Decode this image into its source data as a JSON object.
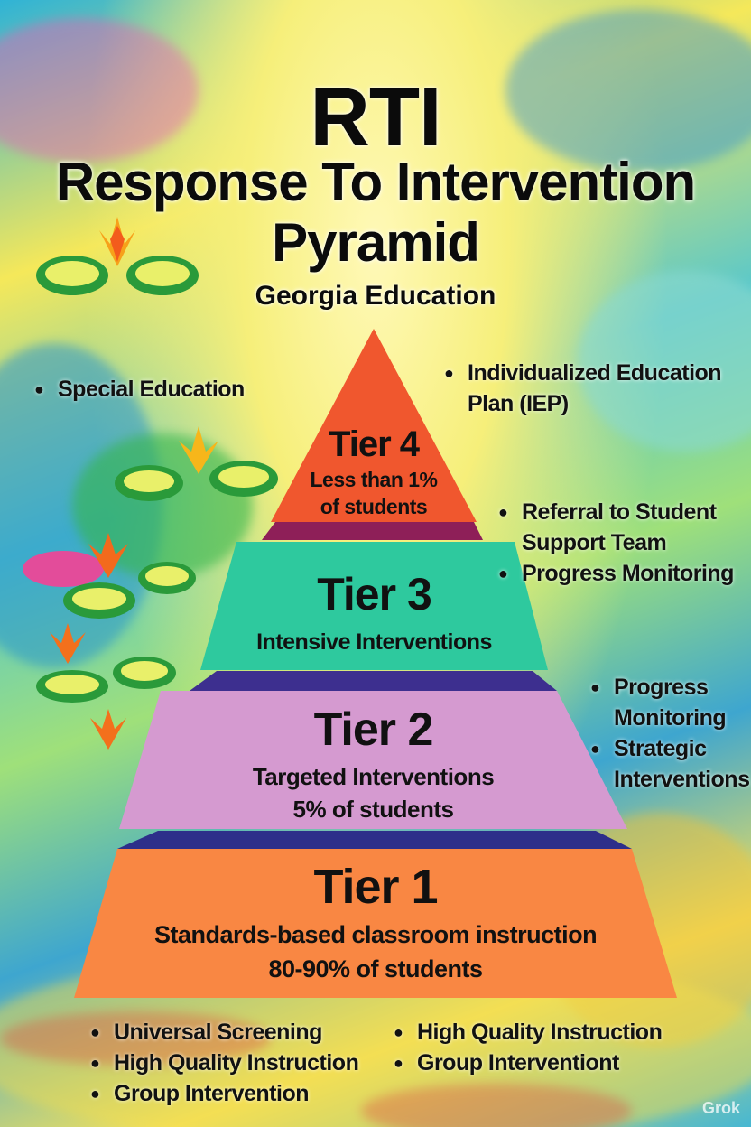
{
  "title": {
    "acronym": "RTI",
    "main": "Response To Intervention",
    "line3": "Pyramid",
    "subtitle": "Georgia Education"
  },
  "colors": {
    "tier4": "#f0572e",
    "tier4_band": "#8e1f58",
    "tier3": "#2ec99e",
    "tier3_band": "#3d2f8f",
    "tier2": "#d59ad0",
    "tier2_band": "#2d2f8a",
    "tier1": "#f98743"
  },
  "tiers": [
    {
      "label": "Tier 4",
      "desc": [
        "Less than 1%",
        "of students"
      ]
    },
    {
      "label": "Tier 3",
      "desc": [
        "Intensive Interventions"
      ]
    },
    {
      "label": "Tier 2",
      "desc": [
        "Targeted Interventions",
        "5% of students"
      ]
    },
    {
      "label": "Tier 1",
      "desc": [
        "Standards-based classroom instruction",
        "80-90% of students"
      ]
    }
  ],
  "notes": {
    "tier4_left": [
      "Special Education"
    ],
    "tier4_right": [
      "Individualized Education Plan (IEP)"
    ],
    "tier3_right": [
      "Referral to Student Support Team",
      "Progress Monitoring"
    ],
    "tier2_right": [
      "Progress Monitoring",
      "Strategic Interventions"
    ],
    "tier1_left": [
      "Universal Screening",
      "High Quality Instruction",
      "Group Intervention"
    ],
    "tier1_right": [
      "High Quality Instruction",
      "Group Interventiont"
    ]
  },
  "watermark": "Grok"
}
